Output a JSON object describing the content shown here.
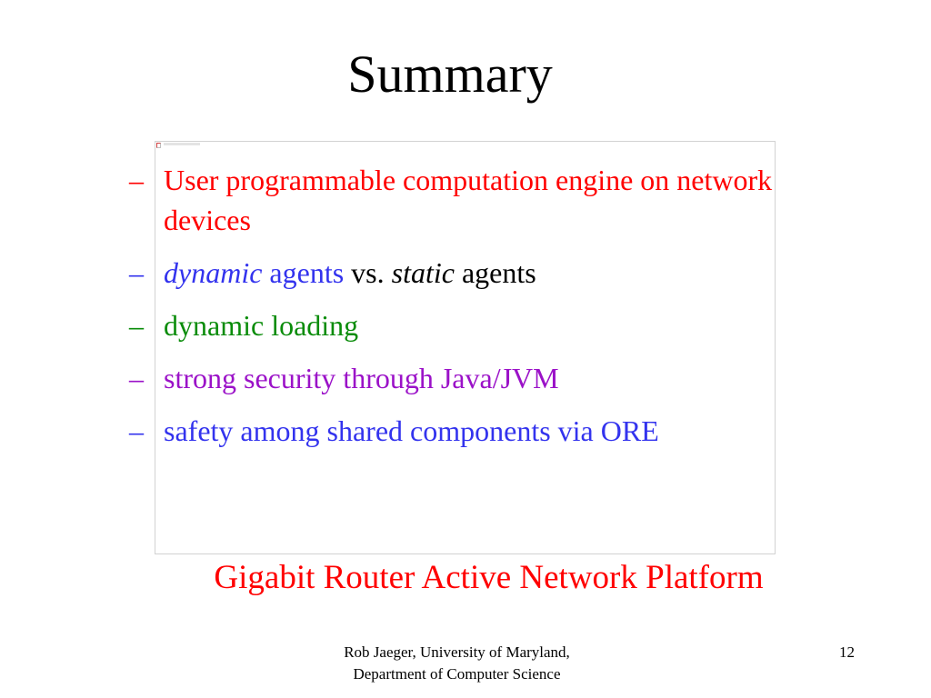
{
  "slide": {
    "title": "Summary",
    "bullets": [
      {
        "dash": "–",
        "runs": [
          {
            "text": "User programmable computation engine on network devices",
            "color": "red"
          }
        ]
      },
      {
        "dash": "–",
        "runs": [
          {
            "text": "dynamic",
            "color": "blue",
            "italic": true
          },
          {
            "text": " agents",
            "color": "blue"
          },
          {
            "text": " vs. ",
            "color": "black"
          },
          {
            "text": "static",
            "color": "black",
            "italic": true
          },
          {
            "text": " agents",
            "color": "black"
          }
        ]
      },
      {
        "dash": "–",
        "runs": [
          {
            "text": "dynamic loading",
            "color": "green"
          }
        ]
      },
      {
        "dash": "–",
        "runs": [
          {
            "text": "strong security through Java/JVM",
            "color": "purple"
          }
        ]
      },
      {
        "dash": "–",
        "runs": [
          {
            "text": "safety among shared components via ORE",
            "color": "blue"
          }
        ]
      }
    ],
    "platform_caption": "Gigabit Router Active Network Platform",
    "footer": {
      "line1": "Rob Jaeger, University of Maryland,",
      "line2": "Department of Computer Science"
    },
    "page_number": "12"
  },
  "colors": {
    "red": "#ff0000",
    "blue": "#3333ee",
    "black": "#000000",
    "green": "#0a8c0a",
    "purple": "#9b12c8"
  },
  "icons": {
    "frame_corner": "broken-image-icon"
  }
}
